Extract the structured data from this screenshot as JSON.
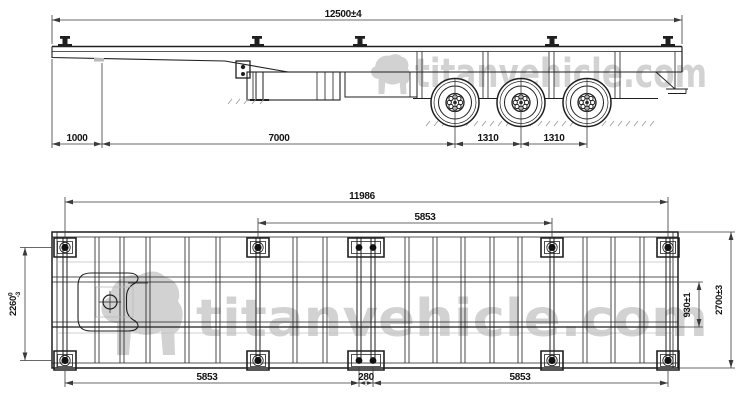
{
  "watermark": {
    "text": "titanvehicle.com"
  },
  "side_view": {
    "dim_overall_length": "12500±4",
    "dim_front_overhang": "1000",
    "dim_kingpin_to_axle": "7000",
    "dim_axle_spacing_1": "1310",
    "dim_axle_spacing_2": "1310"
  },
  "plan_view": {
    "dim_lock_to_lock_length": "11986",
    "dim_mid_lock_span": "5853",
    "dim_front_lock_span": "5853",
    "dim_lock_gap": "280",
    "dim_rear_lock_span": "5853",
    "dim_lock_width_value": "2260",
    "dim_lock_width_tol_upper": "0",
    "dim_lock_width_tol_lower": "-3",
    "dim_rail_offset": "930±1",
    "dim_overall_width": "2700±3"
  }
}
